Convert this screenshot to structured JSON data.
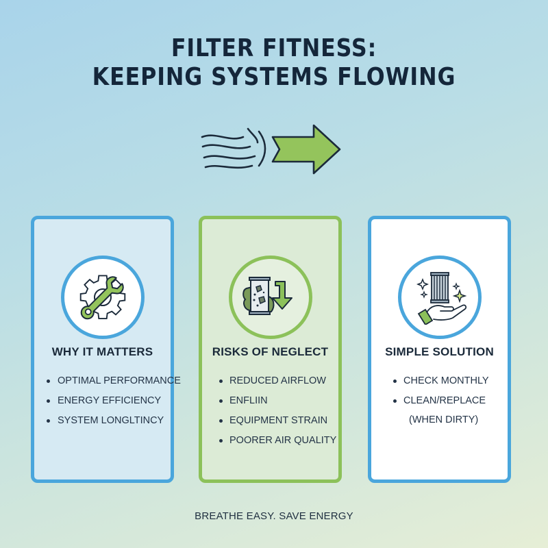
{
  "header": {
    "title_line1": "FILTER FITNESS:",
    "title_line2": "KEEPING SYSTEMS FLOWING"
  },
  "icons": {
    "flow": "airflow-arrow-icon",
    "card1": "wrench-gear-icon",
    "card2": "clogged-filter-down-arrow-icon",
    "card3": "hand-holding-clean-filter-icon"
  },
  "colors": {
    "blue_accent": "#4aa6dc",
    "green_accent": "#8cc15a",
    "text_dark": "#14263a"
  },
  "cards": [
    {
      "heading": "WHY IT MATTERS",
      "items": [
        "OPTIMAL PERFORMANCE",
        "ENERGY EFFICIENCY",
        "SYSTEM LONGLTINCY"
      ]
    },
    {
      "heading": "RISKS OF NEGLECT",
      "items": [
        "REDUCED AIRFLOW",
        "ENFLIIN",
        "EQUIPMENT STRAIN",
        "POORER AIR QUALITY"
      ]
    },
    {
      "heading": "SIMPLE SOLUTION",
      "items": [
        "CHECK MONTHLY",
        "CLEAN/REPLACE"
      ],
      "item_sub": "(WHEN DIRTY)"
    }
  ],
  "footer": {
    "tagline": "BREATHE EASY. SAVE ENERGY"
  }
}
